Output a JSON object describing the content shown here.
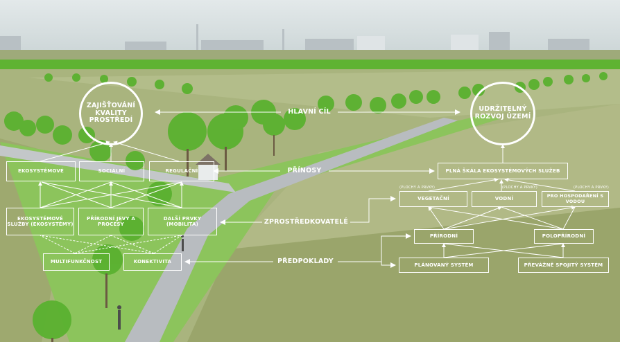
{
  "main_goal": {
    "label": "Hlavní cíl",
    "left": "Zajišťování kvality prostředí",
    "right": "Udržitelný rozvoj území"
  },
  "benefits": {
    "label": "Přínosy",
    "left_items": [
      "Ekosystémové",
      "Sociální",
      "Regulační"
    ],
    "right": "Plná škála ekosystémových služeb"
  },
  "mediators": {
    "label": "Zprostředkovatelé",
    "left_items": [
      "Ekosystémové služby (ekosystémy)",
      "Přírodní jevy a procesy",
      "Další prvky (mobilita)"
    ],
    "right_items": [
      "Vegetační",
      "Vodní",
      "Pro hospodaření s vodou"
    ],
    "right_tags": [
      "(plochy a prvky)",
      "(plochy a prvky)",
      "(plochy a prvky)"
    ],
    "right_types": [
      "Přírodní",
      "Polopřírodní"
    ]
  },
  "prerequisites": {
    "label": "Předpoklady",
    "left_items": [
      "Multifunkčnost",
      "Konektivita"
    ],
    "right_items": [
      "Plánovaný systém",
      "Převážně spojitý systém"
    ]
  },
  "colors": {
    "sky": "#d4dde0",
    "field": "#a9b47e",
    "field_dark": "#8f9a63",
    "grass": "#7cbf4e",
    "path": "#b7bcc0",
    "tree": "#58b22f",
    "line": "#ffffff"
  }
}
